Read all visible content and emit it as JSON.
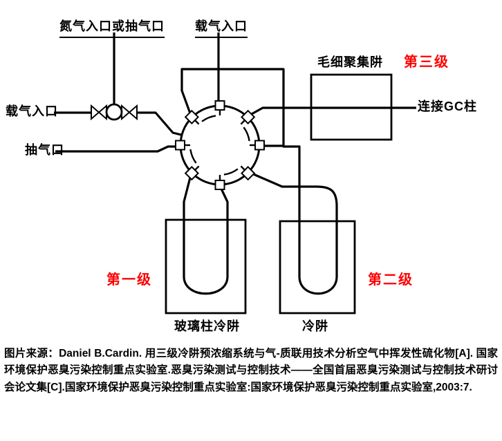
{
  "colors": {
    "stage_red": "#ff0000",
    "line_black": "#000000"
  },
  "diagram": {
    "labels": {
      "nitrogen_inlet": "氮气入口或抽气口",
      "carrier_top": "载气入口",
      "carrier_left": "载气入口",
      "pump_port": "抽气口",
      "capillary_trap": "毛细聚集阱",
      "stage3": "第三级",
      "gc_connect": "连接GC柱",
      "stage1": "第一级",
      "stage2": "第二级",
      "glass_trap": "玻璃柱冷阱",
      "cold_trap": "冷阱"
    }
  },
  "caption": "图片来源：Daniel B.Cardin. 用三级冷阱预浓缩系统与气-质联用技术分析空气中挥发性硫化物[A]. 国家环境保护恶臭污染控制重点实验室.恶臭污染测试与控制技术——全国首届恶臭污染测试与控制技术研讨会论文集[C].国家环境保护恶臭污染控制重点实验室:国家环境保护恶臭污染控制重点实验室,2003:7."
}
